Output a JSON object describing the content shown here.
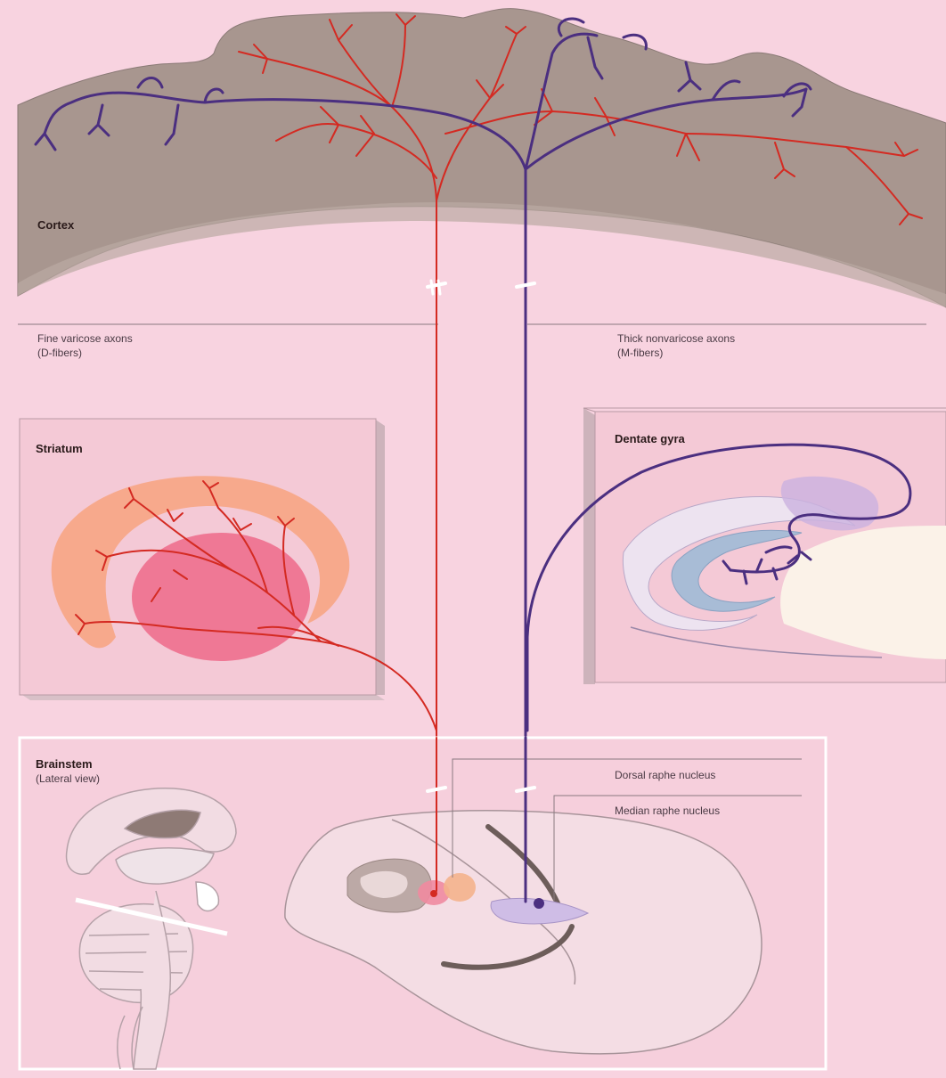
{
  "labels": {
    "cortex": "Cortex",
    "striatum": "Striatum",
    "dentate": "Dentate gyra",
    "brainstem": "Brainstem",
    "brainstem_sub": "(Lateral view)",
    "fine_line1": "Fine varicose axons",
    "fine_line2": "(D-fibers)",
    "thick_line1": "Thick nonvaricose axons",
    "thick_line2": "(M-fibers)",
    "dorsal": "Dorsal raphe nucleus",
    "median": "Median raphe nucleus"
  },
  "colors": {
    "background": "#f8d3e0",
    "cortex": "#a8968f",
    "red_axon": "#d42a22",
    "purple_axon": "#4b2f80",
    "striatum_outer": "#f7a98c",
    "striatum_inner": "#ee6f8e",
    "panel": "#f4c9d6"
  }
}
